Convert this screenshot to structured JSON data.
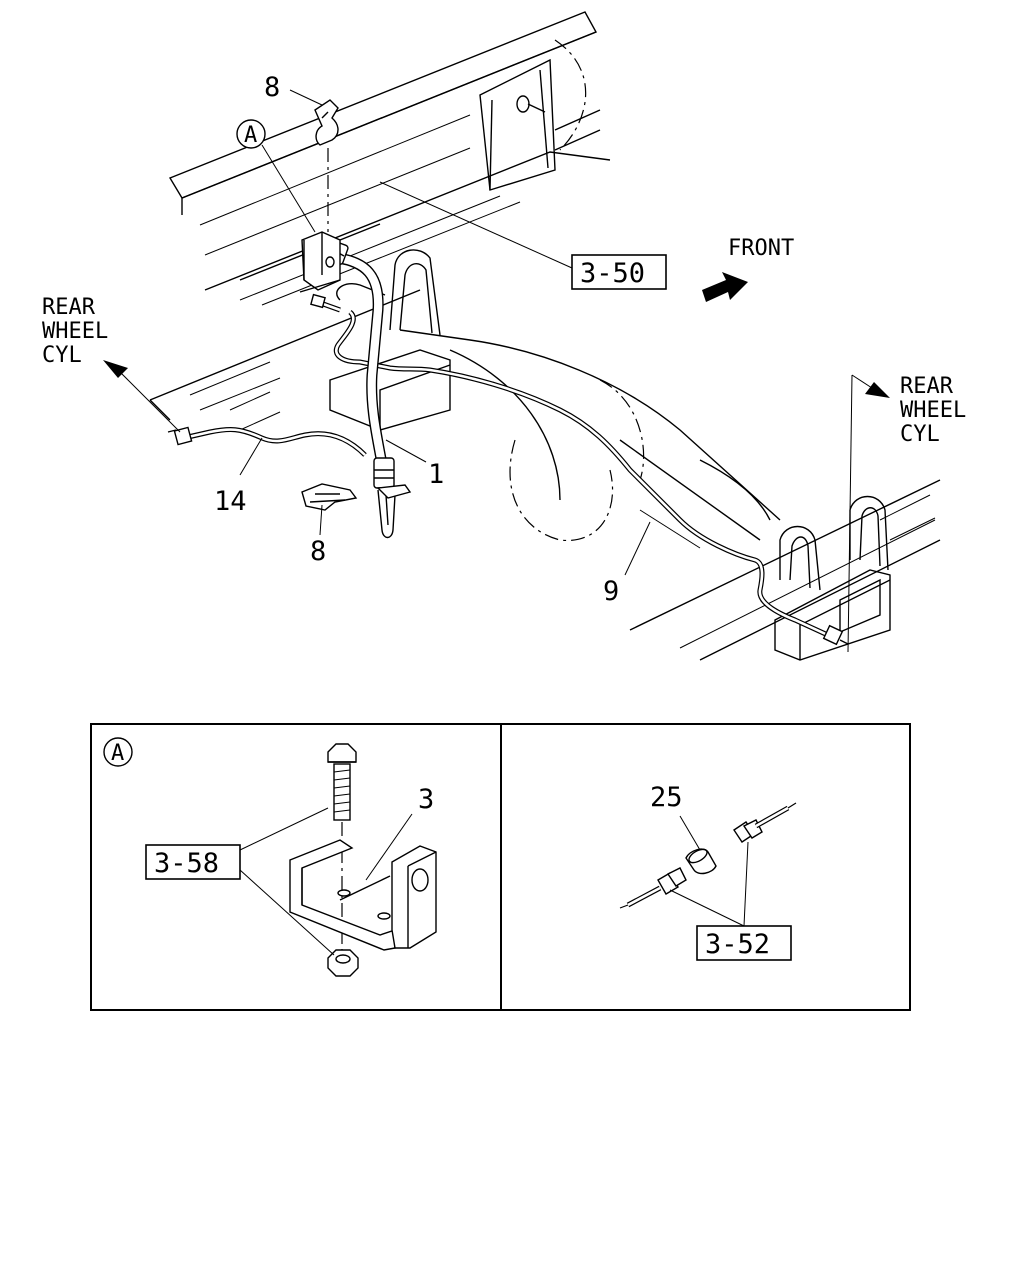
{
  "diagram": {
    "callouts": {
      "part_8_top": "8",
      "part_8_bottom": "8",
      "part_1": "1",
      "part_14": "14",
      "part_9": "9",
      "part_3": "3",
      "part_25": "25"
    },
    "refs": {
      "ref_3_50": "3-50",
      "ref_3_58": "3-58",
      "ref_3_52": "3-52"
    },
    "detail_marker": "A",
    "front_label": "FRONT",
    "rear_left": [
      "REAR",
      "WHEEL",
      "CYL"
    ],
    "rear_right": [
      "REAR",
      "WHEEL",
      "CYL"
    ]
  }
}
